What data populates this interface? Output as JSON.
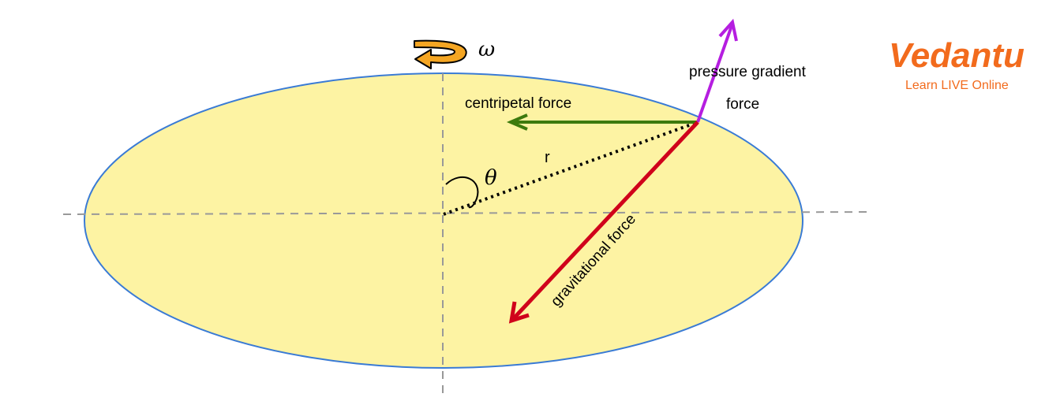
{
  "labels": {
    "omega": "ω",
    "theta": "θ",
    "r": "r",
    "centripetal": "centripetal force",
    "pressure_line1": "pressure gradient",
    "pressure_line2": "force",
    "gravitational": "gravitational force"
  },
  "logo": {
    "brand": "Vedantu",
    "tagline": "Learn LIVE Online"
  },
  "colors": {
    "ellipse_fill": "#fdf3a3",
    "ellipse_stroke": "#3a7bd5",
    "centripetal": "#3d7a0e",
    "pressure": "#b51ee0",
    "gravitational": "#d0021b",
    "rotation": "#f5a623",
    "logo": "#f26b1d"
  }
}
